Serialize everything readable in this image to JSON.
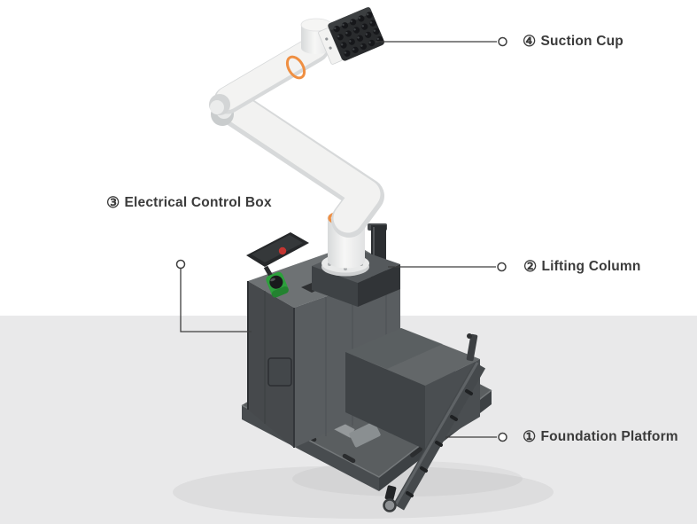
{
  "figure": {
    "type": "annotated-product-diagram",
    "labels": {
      "suction_cup": {
        "number": "④",
        "text": "Suction Cup"
      },
      "electrical_control_box": {
        "number": "③",
        "text": "Electrical Control Box"
      },
      "lifting_column": {
        "number": "②",
        "text": "Lifting Column"
      },
      "foundation_platform": {
        "number": "①",
        "text": "Foundation Platform"
      }
    },
    "colors": {
      "accent_orange": "#ef8f42",
      "label_text": "#3b3b3b",
      "leader_line": "#3e3e3e",
      "floor": "#e9e9ea",
      "robot_arm_white": "#f2f2f1",
      "chassis_gray_dark": "#46494c",
      "chassis_gray_mid": "#595d60",
      "suction_array_dark": "#292b2d",
      "button_green": "#2da03c",
      "button_red": "#c43531"
    }
  }
}
